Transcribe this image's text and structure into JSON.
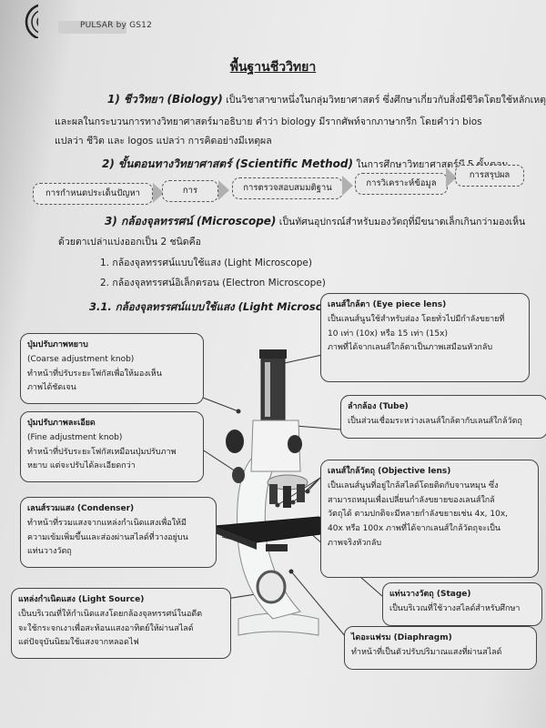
{
  "brand": {
    "text": "PULSAR by GS12"
  },
  "title": "พื้นฐานชีววิทยา",
  "sec1": {
    "heading": "1) ชีววิทยา (Biology)",
    "line1": "เป็นวิชาสาขาหนึ่งในกลุ่มวิทยาศาสตร์ ซึ่งศึกษาเกี่ยวกับสิ่งมีชีวิตโดยใช้หลักเหตุ",
    "line2": "และผลในกระบวนการทางวิทยาศาสตร์มาอธิบาย คำว่า biology มีรากศัพท์จากภาษากรีก โดยคำว่า bios",
    "line3": "แปลว่า ชีวิต และ logos แปลว่า การคิดอย่างมีเหตุผล"
  },
  "sec2": {
    "heading": "2) ขั้นตอนทางวิทยาศาสตร์ (Scientific Method)",
    "tail": "ในการศึกษาวิทยาศาสตร์มี 5 ขั้นตอน",
    "steps": [
      "การกำหนดประเด็นปัญหา",
      "การ",
      "การตรวจสอบสมมติฐาน",
      "การวิเคราะห์ข้อมูล",
      "การสรุปผล"
    ]
  },
  "sec3": {
    "heading": "3) กล้องจุลทรรศน์ (Microscope)",
    "tail": "เป็นทัศนอุปกรณ์สำหรับมองวัตถุที่มีขนาดเล็กเกินกว่ามองเห็น",
    "line2": "ด้วยตาเปล่าแบ่งออกเป็น 2 ชนิดคือ",
    "item1": "1. กล้องจุลทรรศน์แบบใช้แสง (Light Microscope)",
    "item2": "2. กล้องจุลทรรศน์อิเล็กตรอน (Electron Microscope)",
    "sub": "3.1. กล้องจุลทรรศน์แบบใช้แสง (Light Microscope)"
  },
  "callouts": {
    "eyepiece": {
      "title": "เลนส์ใกล้ตา (Eye piece lens)",
      "lines": [
        "เป็นเลนส์นูนใช้สำหรับส่อง โดยทั่วไปมีกำลังขยายที่",
        "10 เท่า (10x) หรือ 15 เท่า (15x)",
        "ภาพที่ได้จากเลนส์ใกล้ตาเป็นภาพเสมือนหัวกลับ"
      ]
    },
    "coarse": {
      "title": "ปุ่มปรับภาพหยาบ",
      "lines": [
        "(Coarse adjustment knob)",
        "ทำหน้าที่ปรับระยะโฟกัสเพื่อให้มองเห็น",
        "ภาพได้ชัดเจน"
      ]
    },
    "tube": {
      "title": "ลำกล้อง (Tube)",
      "lines": [
        "เป็นส่วนเชื่อมระหว่างเลนส์ใกล้ตากับเลนส์ใกล้วัตถุ"
      ]
    },
    "fine": {
      "title": "ปุ่มปรับภาพละเอียด",
      "lines": [
        "(Fine adjustment knob)",
        "ทำหน้าที่ปรับระยะโฟกัสเหมือนปุ่มปรับภาพ",
        "หยาบ แต่จะปรับได้ละเอียดกว่า"
      ]
    },
    "objective": {
      "title": "เลนส์ใกล้วัตถุ (Objective lens)",
      "lines": [
        "เป็นเลนส์นูนที่อยู่ใกล้สไลด์โดยติดกับจานหมุน ซึ่ง",
        "สามารถหมุนเพื่อเปลี่ยนกำลังขยายของเลนส์ใกล้",
        "วัตถุได้ ตามปกติจะมีหลายกำลังขยายเช่น 4x, 10x,",
        "40x หรือ 100x ภาพที่ได้จากเลนส์ใกล้วัตถุจะเป็น",
        "ภาพจริงหัวกลับ"
      ]
    },
    "condenser": {
      "title": "เลนส์รวมแสง (Condenser)",
      "lines": [
        "ทำหน้าที่รวมแสงจากแหล่งกำเนิดแสงเพื่อให้มี",
        "ความเข้มเพิ่มขึ้นและส่องผ่านสไลด์ที่วางอยู่บน",
        "แท่นวางวัตถุ"
      ]
    },
    "stage": {
      "title": "แท่นวางวัตถุ (Stage)",
      "lines": [
        "เป็นบริเวณที่ใช้วางสไลด์สำหรับศึกษา"
      ]
    },
    "light": {
      "title": "แหล่งกำเนิดแสง (Light Source)",
      "lines": [
        "เป็นบริเวณที่ให้กำเนิดแสงโดยกล้องจุลทรรศน์ในอดีต",
        "จะใช้กระจกเงาเพื่อสะท้อนแสงอาทิตย์ให้ผ่านสไลด์",
        "แต่ปัจจุบันนิยมใช้แสงจากหลอดไฟ"
      ]
    },
    "diaphragm": {
      "title": "ไดอะแฟรม (Diaphragm)",
      "lines": [
        "ทำหน้าที่เป็นตัวปรับปริมาณแสงที่ผ่านสไลด์"
      ]
    }
  }
}
